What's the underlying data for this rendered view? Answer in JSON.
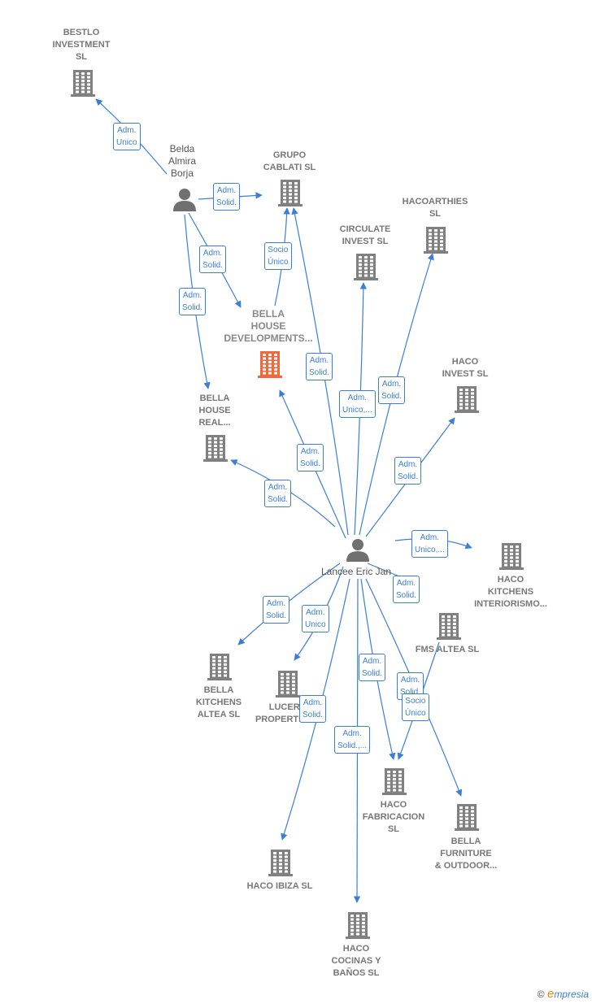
{
  "colors": {
    "edge": "#3a7fd5",
    "building": "#808080",
    "focus": "#f4673a",
    "person": "#707070"
  },
  "persons": [
    {
      "id": "belda",
      "label": "Belda\nAlmira\nBorja"
    },
    {
      "id": "lancee",
      "label": "Lancee Eric Jan"
    }
  ],
  "companies": [
    {
      "id": "bestlo",
      "label": "BESTLO\nINVESTMENT\nSL"
    },
    {
      "id": "grupo",
      "label": "GRUPO\nCABLATI  SL"
    },
    {
      "id": "hacoarthies",
      "label": "HACOARTHIES\nSL"
    },
    {
      "id": "circulate",
      "label": "CIRCULATE\nINVEST  SL"
    },
    {
      "id": "bellahouse",
      "label": "BELLA\nHOUSE\nDEVELOPMENTS...",
      "focus": true
    },
    {
      "id": "hacoinvest",
      "label": "HACO\nINVEST SL"
    },
    {
      "id": "bellareal",
      "label": "BELLA\nHOUSE\nREAL..."
    },
    {
      "id": "hacokitchens",
      "label": "HACO\nKITCHENS\nINTERIORISMO..."
    },
    {
      "id": "fms",
      "label": "FMS ALTEA SL"
    },
    {
      "id": "bellakitchens",
      "label": "BELLA\nKITCHENS\nALTEA  SL"
    },
    {
      "id": "lucero",
      "label": "LUCERO\nPROPERTIES..."
    },
    {
      "id": "hacofab",
      "label": "HACO\nFABRICACION\nSL"
    },
    {
      "id": "bellafurniture",
      "label": "BELLA\nFURNITURE\n& OUTDOOR..."
    },
    {
      "id": "hacoibiza",
      "label": "HACO IBIZA  SL"
    },
    {
      "id": "hacococinas",
      "label": "HACO\nCOCINAS Y\nBAÑOS  SL"
    }
  ],
  "relations": [
    {
      "id": "r1",
      "from": "Belda Almira Borja",
      "to": "BESTLO INVESTMENT SL",
      "label": "Adm.\nUnico"
    },
    {
      "id": "r2",
      "from": "Belda Almira Borja",
      "to": "GRUPO CABLATI SL",
      "label": "Adm.\nSolid."
    },
    {
      "id": "r3",
      "from": "Belda Almira Borja",
      "to": "BELLA HOUSE DEVELOPMENTS...",
      "label": "Adm.\nSolid."
    },
    {
      "id": "r4",
      "from": "Belda Almira Borja",
      "to": "BELLA HOUSE REAL...",
      "label": "Adm.\nSolid."
    },
    {
      "id": "r5",
      "from": "BELLA HOUSE DEVELOPMENTS...",
      "to": "GRUPO CABLATI SL",
      "label": "Socio\nÚnico"
    },
    {
      "id": "r6",
      "from": "Lancee Eric Jan",
      "to": "GRUPO CABLATI SL",
      "label": "Adm.\nSolid."
    },
    {
      "id": "r7",
      "from": "Lancee Eric Jan",
      "to": "CIRCULATE INVEST SL",
      "label": "Adm.\nUnico,..."
    },
    {
      "id": "r8",
      "from": "Lancee Eric Jan",
      "to": "HACOARTHIES SL",
      "label": "Adm.\nSolid."
    },
    {
      "id": "r9",
      "from": "Lancee Eric Jan",
      "to": "HACO INVEST SL",
      "label": "Adm.\nSolid."
    },
    {
      "id": "r10",
      "from": "Lancee Eric Jan",
      "to": "BELLA HOUSE DEVELOPMENTS...",
      "label": "Adm.\nSolid."
    },
    {
      "id": "r11",
      "from": "Lancee Eric Jan",
      "to": "BELLA HOUSE REAL...",
      "label": "Adm.\nSolid."
    },
    {
      "id": "r12",
      "from": "Lancee Eric Jan",
      "to": "HACO KITCHENS INTERIORISMO...",
      "label": "Adm.\nUnico,..."
    },
    {
      "id": "r13",
      "from": "Lancee Eric Jan",
      "to": "FMS ALTEA SL",
      "label": "Adm.\nSolid."
    },
    {
      "id": "r14",
      "from": "Lancee Eric Jan",
      "to": "BELLA KITCHENS ALTEA SL",
      "label": "Adm.\nSolid."
    },
    {
      "id": "r15",
      "from": "Lancee Eric Jan",
      "to": "LUCERO PROPERTIES...",
      "label": "Adm.\nUnico"
    },
    {
      "id": "r16",
      "from": "Lancee Eric Jan",
      "to": "HACO IBIZA SL",
      "label": "Adm.\nSolid."
    },
    {
      "id": "r17",
      "from": "Lancee Eric Jan",
      "to": "HACO FABRICACION SL",
      "label": "Adm.\nSolid."
    },
    {
      "id": "r18",
      "from": "Lancee Eric Jan",
      "to": "HACO COCINAS Y BAÑOS SL",
      "label": "Adm.\nSolid.,..."
    },
    {
      "id": "r19",
      "from": "Lancee Eric Jan",
      "to": "BELLA FURNITURE & OUTDOOR...",
      "label": "Adm.\nSolid."
    },
    {
      "id": "r20",
      "from": "FMS ALTEA SL",
      "to": "HACO FABRICACION SL",
      "label": "Socio\nÚnico"
    }
  ],
  "footer": {
    "copyright": "©",
    "brand_initial": "e",
    "brand_rest": "mpresia"
  }
}
